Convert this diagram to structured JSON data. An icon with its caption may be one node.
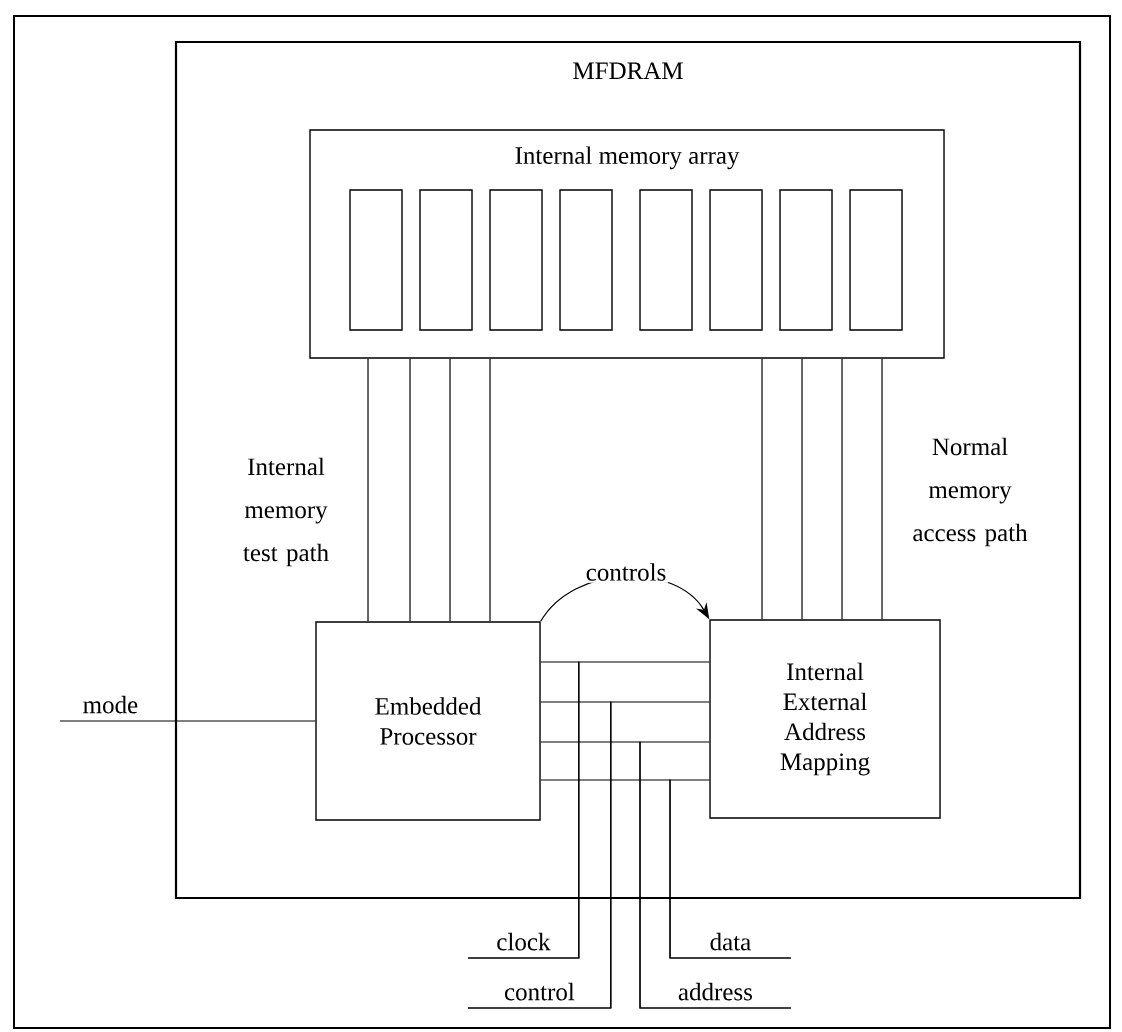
{
  "diagram": {
    "nodes": [
      {
        "text": [
          "MFDRAM"
        ]
      },
      {
        "text": [
          "Internal memory array"
        ],
        "in": 0
      },
      {
        "text": [],
        "shape": "box",
        "in": 1
      },
      {
        "text": [],
        "shape": "box",
        "in": 1
      },
      {
        "text": [],
        "shape": "box",
        "in": 1
      },
      {
        "text": [],
        "shape": "box",
        "in": 1
      },
      {
        "text": [],
        "shape": "box",
        "in": 1
      },
      {
        "text": [],
        "shape": "box",
        "in": 1
      },
      {
        "text": [],
        "shape": "box",
        "in": 1
      },
      {
        "text": [],
        "shape": "box",
        "in": 1
      },
      {
        "text": [
          "Embedded Processor"
        ],
        "in": 0
      },
      {
        "text": [
          "Internal External Address Mapping"
        ],
        "in": 0
      },
      {
        "text": [
          "mode"
        ]
      },
      {
        "text": [
          "clock"
        ]
      },
      {
        "text": [
          "data"
        ]
      },
      {
        "text": [
          "control"
        ]
      },
      {
        "text": [
          "address"
        ]
      }
    ],
    "edges": [
      {
        "from": 1,
        "to": 10,
        "arrow": "none"
      },
      {
        "from": 1,
        "to": 10,
        "arrow": "none"
      },
      {
        "from": 1,
        "to": 10,
        "arrow": "none"
      },
      {
        "from": 1,
        "to": 10,
        "arrow": "none"
      },
      {
        "from": 1,
        "to": 11,
        "arrow": "none"
      },
      {
        "from": 1,
        "to": 11,
        "arrow": "none"
      },
      {
        "from": 1,
        "to": 11,
        "arrow": "none"
      },
      {
        "from": 1,
        "to": 11,
        "arrow": "none"
      },
      {
        "from": 10,
        "to": 11,
        "arrow": "to",
        "label": "controls"
      },
      {
        "from": 12,
        "to": 10,
        "arrow": "none"
      },
      {
        "from": 13,
        "to": 10,
        "arrow": "none"
      },
      {
        "from": 13,
        "to": 11,
        "arrow": "none"
      },
      {
        "from": 15,
        "to": 10,
        "arrow": "none"
      },
      {
        "from": 15,
        "to": 11,
        "arrow": "none"
      },
      {
        "from": 16,
        "to": 10,
        "arrow": "none"
      },
      {
        "from": 16,
        "to": 11,
        "arrow": "none"
      },
      {
        "from": 14,
        "to": 10,
        "arrow": "none"
      },
      {
        "from": 14,
        "to": 11,
        "arrow": "none"
      }
    ],
    "labels": [
      "Internal memory test path",
      "Normal memory access path"
    ]
  }
}
